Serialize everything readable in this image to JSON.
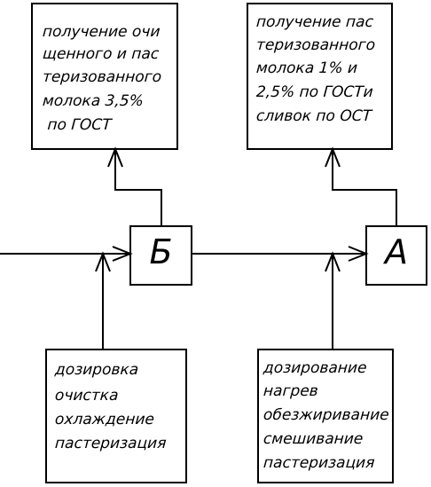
{
  "blocks": {
    "b": {
      "letter": "Б"
    },
    "a": {
      "letter": "А"
    }
  },
  "outputs": {
    "left": {
      "lines": [
        "получение очи",
        "щенного и пас",
        "теризованного",
        "молока 3,5%",
        " по ГОСТ"
      ]
    },
    "right": {
      "lines": [
        "получение пас",
        "теризованного",
        "молока 1% и",
        "2,5% по ГОСТи",
        "сливок по ОСТ"
      ]
    }
  },
  "inputs": {
    "left": {
      "lines": [
        "дозировка",
        "очистка",
        "охлаждение",
        "пастеризация"
      ]
    },
    "right": {
      "lines": [
        "дозирование",
        "нагрев",
        "обезжиривание",
        "смешивание",
        "пастеризация"
      ]
    }
  },
  "colors": {
    "line": "#000000",
    "background": "#ffffff"
  }
}
